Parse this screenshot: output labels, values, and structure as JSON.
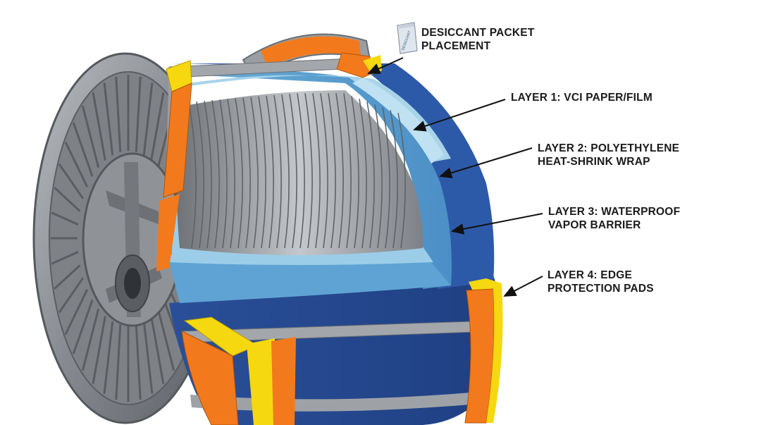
{
  "callouts": {
    "desiccant": {
      "line1": "DESICCANT PACKET",
      "line2": "PLACEMENT",
      "packet_text": "DESICCANT"
    },
    "layer1": {
      "line1": "LAYER 1: VCI PAPER/FILM"
    },
    "layer2": {
      "line1": "LAYER 2: POLYETHYLENE",
      "line2": "HEAT-SHRINK WRAP"
    },
    "layer3": {
      "line1": "LAYER 3: WATERPROOF",
      "line2": "VAPOR BARRIER"
    },
    "layer4": {
      "line1": "LAYER 4: EDGE",
      "line2": "PROTECTION PADS"
    }
  },
  "colors": {
    "vci_layer": "#a8d4ea",
    "polyethylene_layer": "#6eb4dc",
    "vapor_barrier": "#2c5aa6",
    "edge_pad_orange": "#f27a1c",
    "edge_pad_yellow": "#f5d80f",
    "steel": "#8d9196",
    "wire": "#b0b4b8"
  }
}
